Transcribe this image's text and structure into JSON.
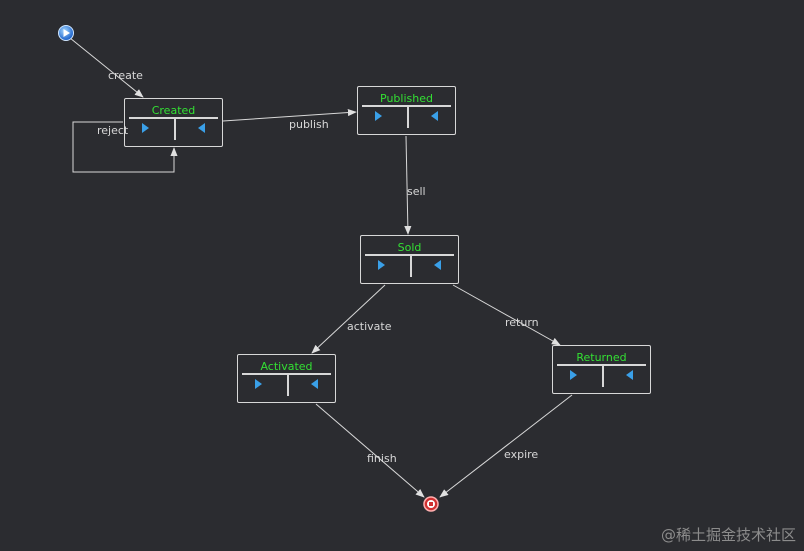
{
  "states": {
    "created": "Created",
    "published": "Published",
    "sold": "Sold",
    "activated": "Activated",
    "returned": "Returned"
  },
  "transitions": {
    "create": "create",
    "reject": "reject",
    "publish": "publish",
    "sell": "sell",
    "activate": "activate",
    "return": "return",
    "finish": "finish",
    "expire": "expire"
  },
  "icons": {
    "start": "start-node-icon",
    "end": "end-node-icon",
    "enter": "play-right-icon",
    "exit": "play-left-icon"
  },
  "colors": {
    "background": "#2b2c30",
    "state_label": "#33e033",
    "line": "#d8d8d8",
    "icon": "#3aa0e8",
    "end_node": "#d03030"
  },
  "watermark": "@稀土掘金技术社区"
}
